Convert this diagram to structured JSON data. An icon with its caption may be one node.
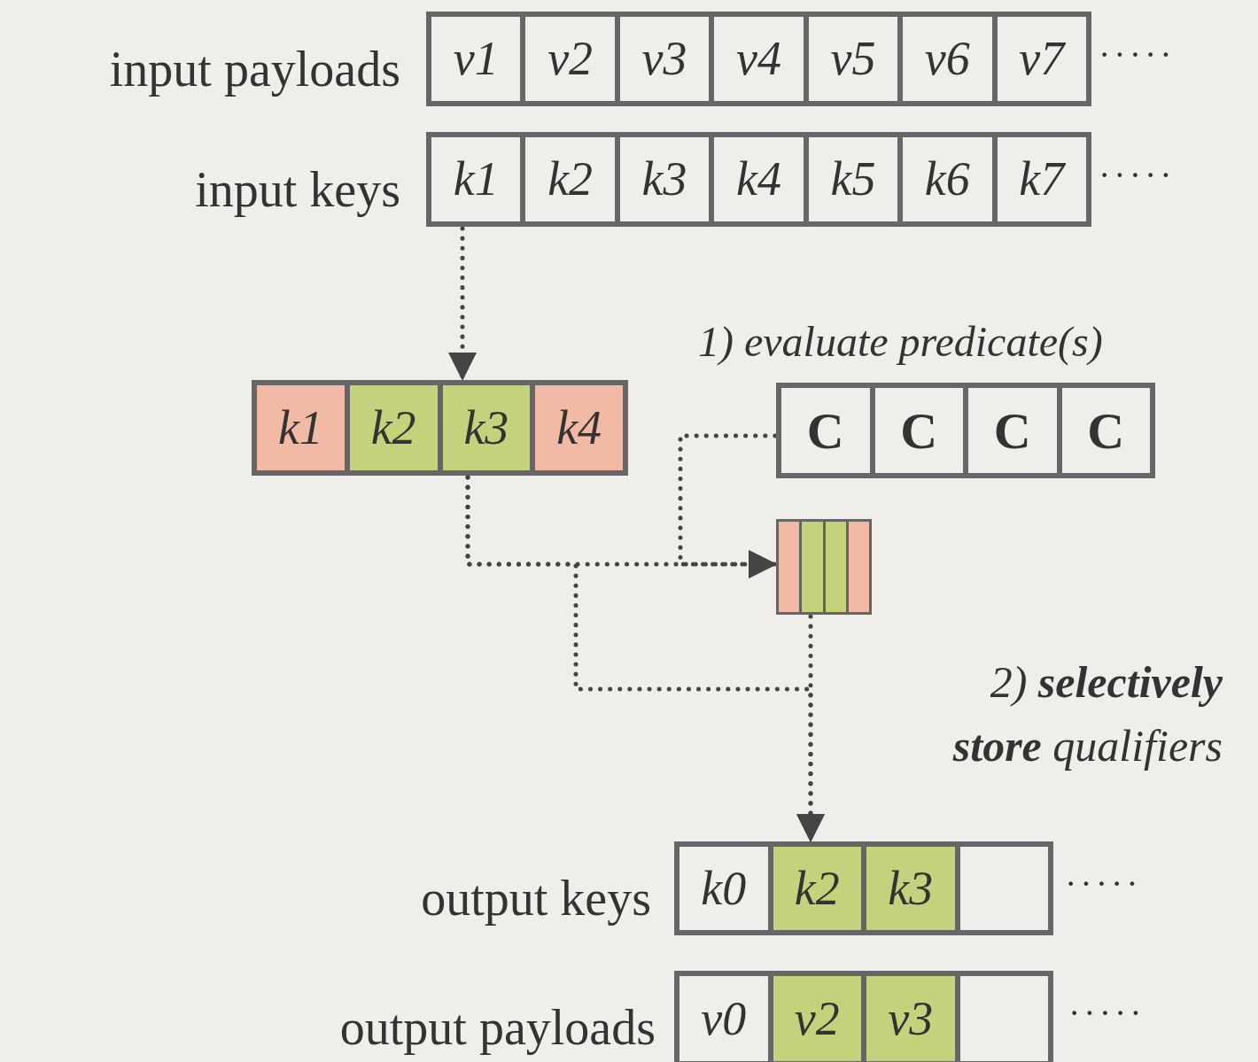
{
  "diagram": {
    "nodes": [
      {
        "text": [],
        "shape": "box"
      },
      {
        "text": [
          "v1"
        ],
        "in": 0
      },
      {
        "text": [
          "v2"
        ],
        "in": 0
      },
      {
        "text": [
          "v3"
        ],
        "in": 0
      },
      {
        "text": [
          "v4"
        ],
        "in": 0
      },
      {
        "text": [
          "v5"
        ],
        "in": 0
      },
      {
        "text": [
          "v6"
        ],
        "in": 0
      },
      {
        "text": [
          "v7"
        ],
        "in": 0
      },
      {
        "text": [],
        "shape": "box"
      },
      {
        "text": [
          "k1"
        ],
        "in": 8
      },
      {
        "text": [
          "k2"
        ],
        "in": 8
      },
      {
        "text": [
          "k3"
        ],
        "in": 8
      },
      {
        "text": [
          "k4"
        ],
        "in": 8
      },
      {
        "text": [
          "k5"
        ],
        "in": 8
      },
      {
        "text": [
          "k6"
        ],
        "in": 8
      },
      {
        "text": [
          "k7"
        ],
        "in": 8
      },
      {
        "text": [],
        "shape": "box"
      },
      {
        "text": [
          "k1"
        ],
        "in": 16
      },
      {
        "text": [
          "k2"
        ],
        "in": 16
      },
      {
        "text": [
          "k3"
        ],
        "in": 16
      },
      {
        "text": [
          "k4"
        ],
        "in": 16
      },
      {
        "text": [],
        "shape": "box"
      },
      {
        "text": [
          "C"
        ],
        "in": 21
      },
      {
        "text": [
          "C"
        ],
        "in": 21
      },
      {
        "text": [
          "C"
        ],
        "in": 21
      },
      {
        "text": [
          "C"
        ],
        "in": 21
      },
      {
        "text": [],
        "shape": "box"
      },
      {
        "text": [],
        "shape": "box"
      },
      {
        "text": [
          "k0"
        ],
        "in": 27
      },
      {
        "text": [
          "k2"
        ],
        "in": 27
      },
      {
        "text": [
          "k3"
        ],
        "in": 27
      },
      {
        "text": [],
        "shape": "box",
        "in": 27
      },
      {
        "text": [],
        "shape": "box"
      },
      {
        "text": [
          "v0"
        ],
        "in": 32
      },
      {
        "text": [
          "v2"
        ],
        "in": 32
      },
      {
        "text": [
          "v3"
        ],
        "in": 32
      },
      {
        "text": [],
        "shape": "box",
        "in": 32
      }
    ],
    "edges": [
      {
        "from": 8,
        "to": 16,
        "arrow": "to",
        "style": "dashed"
      },
      {
        "from": 16,
        "to": 26,
        "arrow": "to",
        "style": "dashed"
      },
      {
        "from": 21,
        "to": 26,
        "arrow": "to",
        "style": "dashed"
      },
      {
        "from": 16,
        "to": 27,
        "arrow": "to",
        "style": "dashed"
      },
      {
        "from": 26,
        "to": 27,
        "arrow": "to",
        "style": "dashed"
      }
    ],
    "labels": [
      "input payloads",
      "·····",
      "input keys",
      "·····",
      "1) evaluate predicate(s)",
      "2) **selectively store** qualifiers",
      "output keys",
      "·····",
      "output payloads",
      "·····"
    ]
  }
}
